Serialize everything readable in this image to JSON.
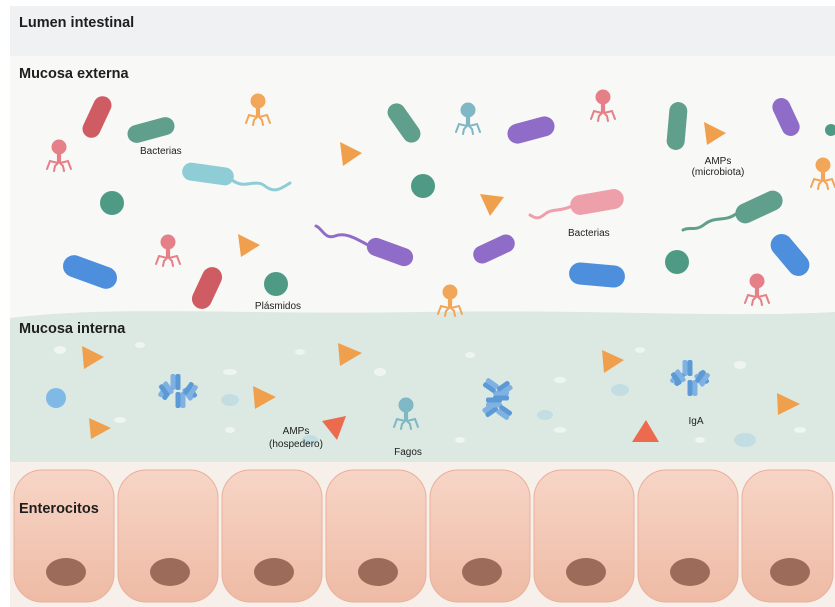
{
  "regions": {
    "lumen": "Lumen intestinal",
    "outer_mucus": "Mucosa externa",
    "inner_mucus": "Mucosa interna",
    "enterocytes": "Enterocitos"
  },
  "labels": {
    "bacteria_1": "Bacterias",
    "bacteria_2": "Bacterias",
    "amp_microbiota_1": "AMPs",
    "amp_microbiota_2": "(microbiota)",
    "plasmids": "Plásmidos",
    "amp_host_1": "AMPs",
    "amp_host_2": "(hospedero)",
    "phages": "Fagos",
    "iga": "IgA"
  },
  "colors": {
    "lumen": "#f0f1f2",
    "outer_mucus": "#f7f7f5",
    "inner_mucus": "#dbe9e2",
    "cell": "#f4c9b6",
    "nucleus": "#9c6b5a",
    "bacteria_red": "#cf5b63",
    "bacteria_teal": "#5f9f8c",
    "bacteria_purple": "#8e6cc8",
    "bacteria_blue": "#4d8fdc",
    "bacteria_lightblue": "#8fcdd6",
    "bacteria_pink": "#eea0aa",
    "amp": "#f0a04c",
    "amp_host": "#ec6a4e",
    "phage_pink": "#e57f88",
    "phage_orange": "#f2a65a",
    "phage_teal": "#7fb7c4",
    "iga": "#5c9ad6"
  }
}
